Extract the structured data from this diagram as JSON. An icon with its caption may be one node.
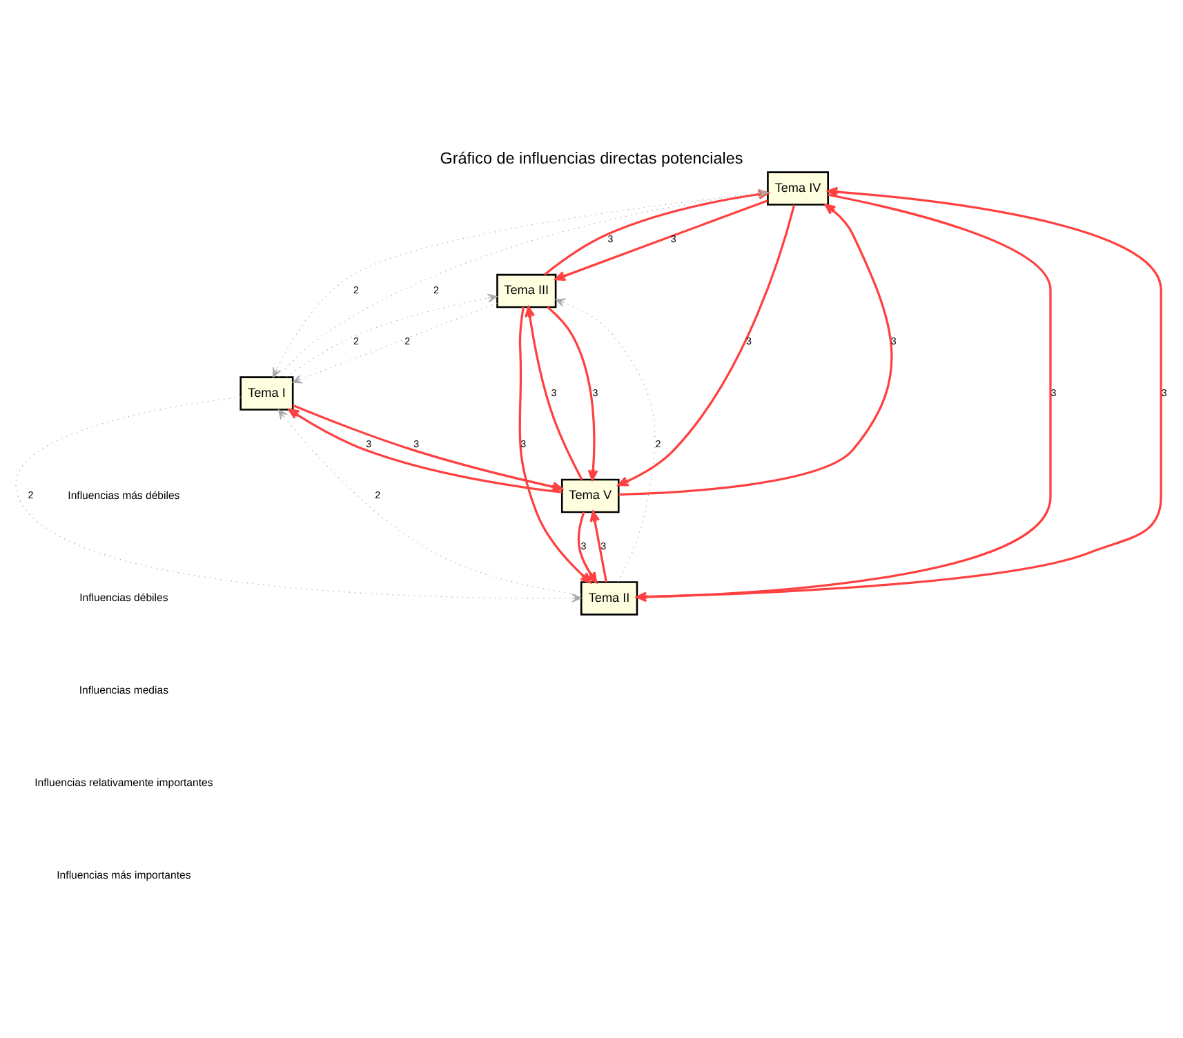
{
  "diagram": {
    "title": "Gráfico de influencias directas potenciales",
    "nodes": [
      {
        "text": [
          "Tema IV"
        ]
      },
      {
        "text": [
          "Tema III"
        ]
      },
      {
        "text": [
          "Tema II"
        ]
      },
      {
        "text": [
          "Tema V"
        ]
      },
      {
        "text": [
          "Tema I"
        ]
      }
    ],
    "edges": [
      {
        "from": 1,
        "to": 0,
        "arrow": "to",
        "label": "3"
      },
      {
        "from": 0,
        "to": 1,
        "arrow": "to",
        "label": "3"
      },
      {
        "from": 2,
        "to": 0,
        "arrow": "to",
        "label": "3"
      },
      {
        "from": 0,
        "to": 2,
        "arrow": "to",
        "label": "3"
      },
      {
        "from": 3,
        "to": 0,
        "arrow": "to",
        "label": "3"
      },
      {
        "from": 0,
        "to": 3,
        "arrow": "to",
        "label": "3"
      },
      {
        "from": 1,
        "to": 2,
        "arrow": "to",
        "label": "3"
      },
      {
        "from": 3,
        "to": 1,
        "arrow": "to",
        "label": "3"
      },
      {
        "from": 1,
        "to": 3,
        "arrow": "to",
        "label": "3"
      },
      {
        "from": 3,
        "to": 2,
        "arrow": "to",
        "label": "3"
      },
      {
        "from": 2,
        "to": 3,
        "arrow": "to",
        "label": "3"
      },
      {
        "from": 4,
        "to": 3,
        "arrow": "to",
        "label": "3"
      },
      {
        "from": 3,
        "to": 4,
        "arrow": "to",
        "label": "3"
      },
      {
        "from": 2,
        "to": 1,
        "arrow": "to",
        "label": "2",
        "style": "dashed",
        "color": "#aaaaaa"
      },
      {
        "from": 4,
        "to": 0,
        "arrow": "to",
        "label": "2",
        "style": "dashed",
        "color": "#aaaaaa"
      },
      {
        "from": 0,
        "to": 4,
        "arrow": "to",
        "label": "2",
        "style": "dashed",
        "color": "#aaaaaa"
      },
      {
        "from": 4,
        "to": 1,
        "arrow": "to",
        "label": "2",
        "style": "dashed",
        "color": "#aaaaaa"
      },
      {
        "from": 1,
        "to": 4,
        "arrow": "to",
        "label": "2",
        "style": "dashed",
        "color": "#aaaaaa"
      },
      {
        "from": 4,
        "to": 2,
        "arrow": "to",
        "label": "2",
        "style": "dashed",
        "color": "#aaaaaa"
      },
      {
        "from": 2,
        "to": 4,
        "arrow": "to",
        "label": "2",
        "style": "dashed",
        "color": "#aaaaaa"
      }
    ],
    "legend": [
      {
        "text": "Influencias más débiles"
      },
      {
        "text": "Influencias débiles"
      },
      {
        "text": "Influencias medias"
      },
      {
        "text": "Influencias relativamente importantes"
      },
      {
        "text": "Influencias más importantes"
      }
    ]
  }
}
